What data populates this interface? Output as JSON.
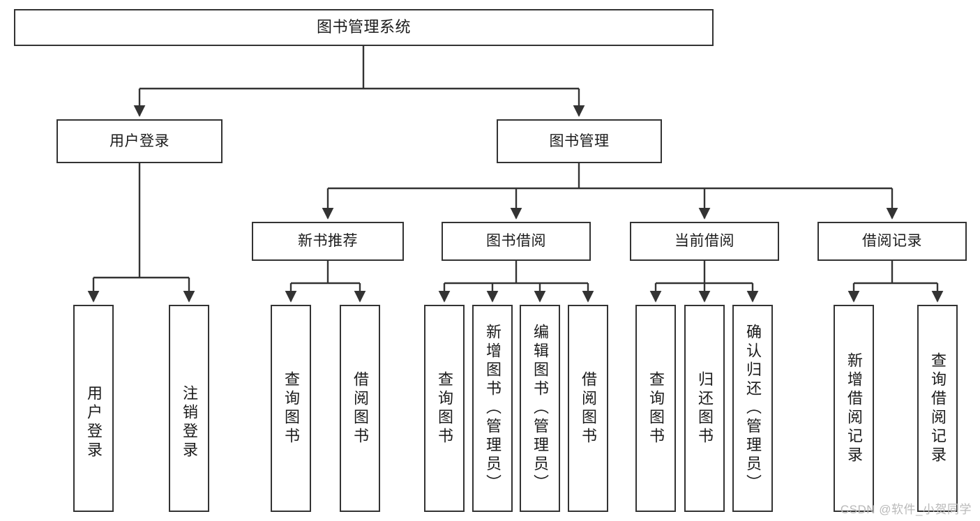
{
  "diagram": {
    "title": "图书管理系统",
    "type": "功能结构图",
    "style": {
      "background": "#ffffff",
      "stroke": "#333333",
      "text": "#1b1b1b",
      "watermark_color": "#b9b9b9"
    }
  },
  "root": {
    "label": "图书管理系统"
  },
  "level1": [
    {
      "label": "用户登录"
    },
    {
      "label": "图书管理"
    }
  ],
  "level2": [
    {
      "label": "新书推荐"
    },
    {
      "label": "图书借阅"
    },
    {
      "label": "当前借阅"
    },
    {
      "label": "借阅记录"
    }
  ],
  "leaves": [
    {
      "label": "用户登录",
      "parent": "用户登录"
    },
    {
      "label": "注销登录",
      "parent": "用户登录"
    },
    {
      "label": "查询图书",
      "parent": "新书推荐"
    },
    {
      "label": "借阅图书",
      "parent": "新书推荐"
    },
    {
      "label": "查询图书",
      "parent": "图书借阅"
    },
    {
      "label": "新增图书（管理员）",
      "parent": "图书借阅"
    },
    {
      "label": "编辑图书（管理员）",
      "parent": "图书借阅"
    },
    {
      "label": "借阅图书",
      "parent": "图书借阅"
    },
    {
      "label": "查询图书",
      "parent": "当前借阅"
    },
    {
      "label": "归还图书",
      "parent": "当前借阅"
    },
    {
      "label": "确认归还（管理员）",
      "parent": "当前借阅"
    },
    {
      "label": "新增借阅记录",
      "parent": "借阅记录"
    },
    {
      "label": "查询借阅记录",
      "parent": "借阅记录"
    }
  ],
  "watermark": {
    "text": "CSDN @软件_小贺同学"
  }
}
